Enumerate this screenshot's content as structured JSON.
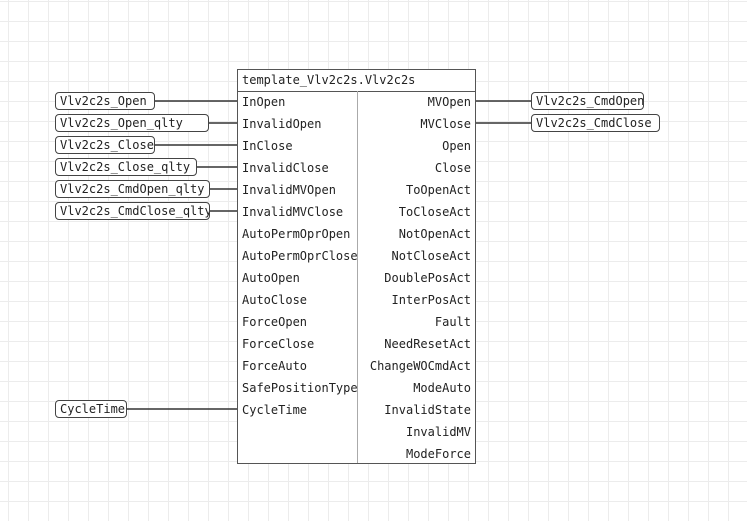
{
  "block": {
    "title": "template_Vlv2c2s.Vlv2c2s",
    "inputs": [
      "InOpen",
      "InvalidOpen",
      "InClose",
      "InvalidClose",
      "InvalidMVOpen",
      "InvalidMVClose",
      "AutoPermOprOpen",
      "AutoPermOprClose",
      "AutoOpen",
      "AutoClose",
      "ForceOpen",
      "ForceClose",
      "ForceAuto",
      "SafePositionType",
      "CycleTime"
    ],
    "outputs": [
      "MVOpen",
      "MVClose",
      "Open",
      "Close",
      "ToOpenAct",
      "ToCloseAct",
      "NotOpenAct",
      "NotCloseAct",
      "DoublePosAct",
      "InterPosAct",
      "Fault",
      "NeedResetAct",
      "ChangeWOCmdAct",
      "ModeAuto",
      "InvalidState",
      "InvalidMV",
      "ModeForce"
    ]
  },
  "input_vars": {
    "open": "Vlv2c2s_Open",
    "open_qlty": "Vlv2c2s_Open_qlty",
    "close": "Vlv2c2s_Close",
    "close_qlty": "Vlv2c2s_Close_qlty",
    "cmdopen_qlty": "Vlv2c2s_CmdOpen_qlty",
    "cmdclose_qlty": "Vlv2c2s_CmdClose_qlty",
    "cycletime": "CycleTime"
  },
  "output_vars": {
    "cmdopen": "Vlv2c2s_CmdOpen",
    "cmdclose": "Vlv2c2s_CmdClose"
  }
}
